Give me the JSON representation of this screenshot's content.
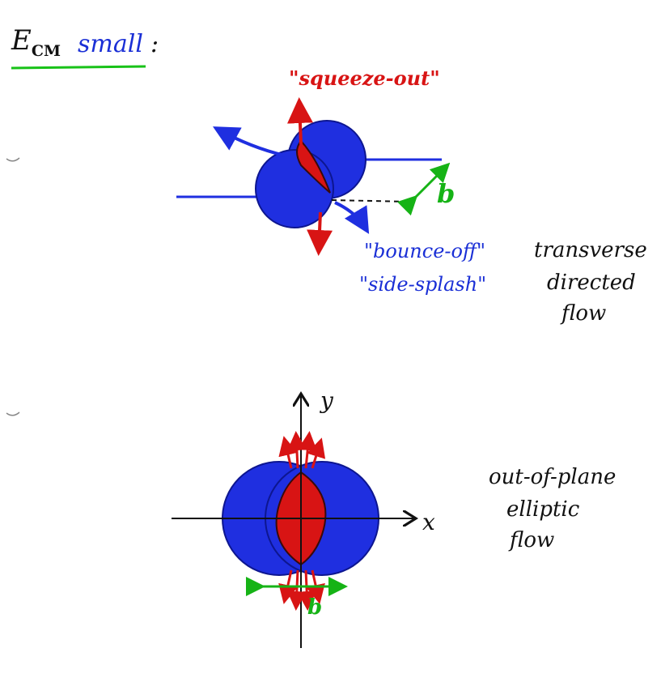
{
  "title": {
    "e": "E",
    "sub": "CM",
    "word": "small",
    "colon": ":"
  },
  "top_diagram": {
    "squeeze_label": "\"squeeze-out\"",
    "bounce_label": "\"bounce-off\"",
    "splash_label": "\"side-splash\"",
    "b_label": "b",
    "description": [
      "transverse",
      "directed",
      "flow"
    ]
  },
  "bottom_diagram": {
    "y_axis": "y",
    "x_axis": "x",
    "b_label": "b",
    "description": [
      "out-of-plane",
      "elliptic",
      "flow"
    ]
  },
  "colors": {
    "nucleus": "#1f2fe0",
    "overlap": "#d81414",
    "impact": "#16b316",
    "underline": "#18c218",
    "ink": "#111111"
  }
}
